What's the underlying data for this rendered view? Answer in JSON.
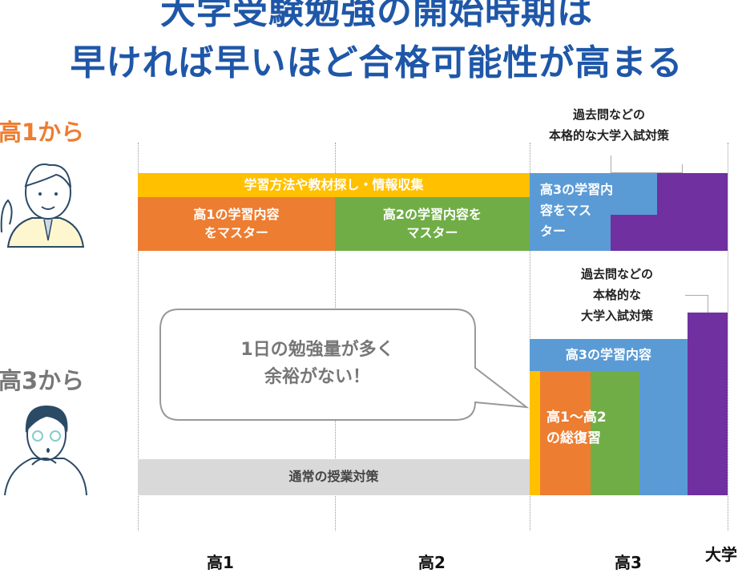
{
  "title": {
    "line1": "大学受験勉強の開始時期は",
    "line2": "早ければ早いほど合格可能性が高まる"
  },
  "colors": {
    "title": "#1f57a8",
    "orange": "#ed7d31",
    "yellow": "#ffc000",
    "green": "#70ad47",
    "blue": "#5b9bd5",
    "purple": "#7030a0",
    "gray": "#d9d9d9"
  },
  "row1": {
    "label": "高1から",
    "bar_info": "学習方法や教材探し・情報収集",
    "bar_g1": "高1の学習内容\nをマスター",
    "bar_g2": "高2の学習内容を\nマスター",
    "bar_g3": "高3の学習内\n容をマス\nター",
    "note": "過去問などの\n本格的な大学入試対策"
  },
  "row2": {
    "label": "高3から",
    "bubble": "1日の勉強量が多く\n余裕がない！",
    "bar_normal": "通常の授業対策",
    "bar_g3": "高3の学習内容",
    "bar_review": "高1〜高2\nの総復習",
    "note": "過去問などの\n本格的な\n大学入試対策"
  },
  "axis": [
    "高1",
    "高2",
    "高3",
    "大学"
  ]
}
